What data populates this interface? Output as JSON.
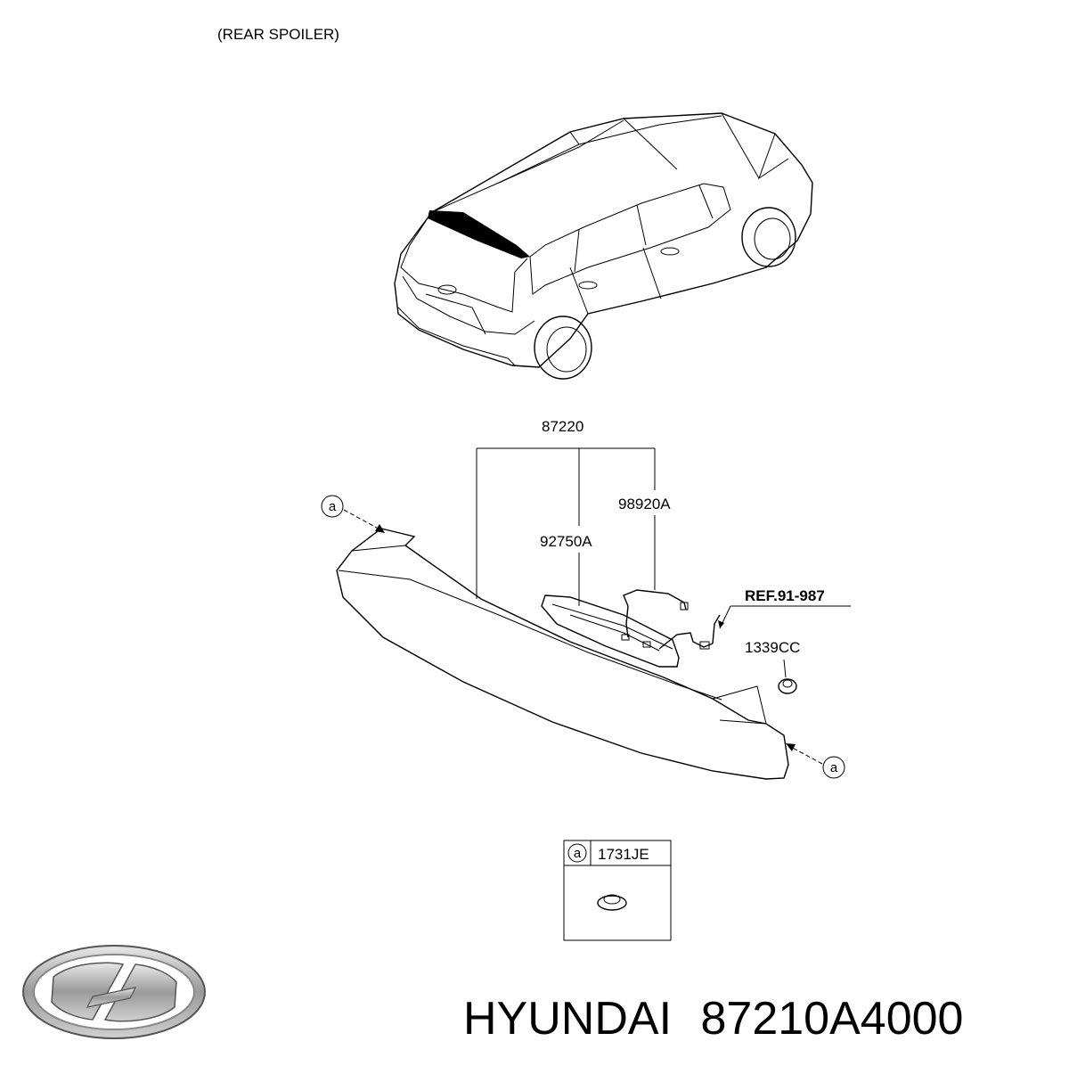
{
  "diagram": {
    "section_title": "(REAR SPOILER)",
    "part_labels": {
      "assembly": "87220",
      "wiring": "98920A",
      "lamp": "92750A",
      "reference": "REF.91-987",
      "grommet": "1339CC"
    },
    "callout_letter": "a",
    "inset": {
      "letter": "a",
      "part": "1731JE"
    }
  },
  "footer": {
    "brand": "HYUNDAI",
    "part_number": "87210A4000"
  },
  "icons": {
    "logo": "hyundai-logo-icon"
  }
}
